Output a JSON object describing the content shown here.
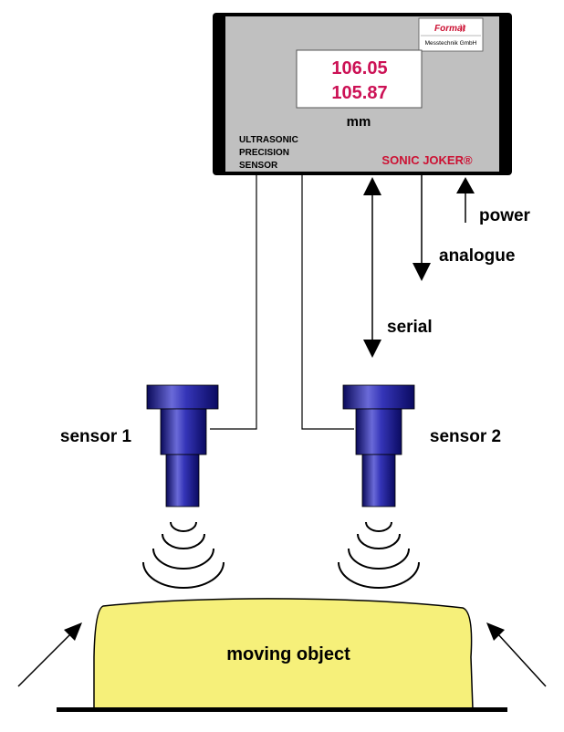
{
  "device": {
    "logo_brand": "Format",
    "logo_company": "Messtechnik GmbH",
    "display": {
      "reading_1": "106.05",
      "reading_2": "105.87"
    },
    "unit": "mm",
    "type_label_line1": "ULTRASONIC",
    "type_label_line2": "PRECISION",
    "type_label_line3": "SENSOR",
    "product_name": "SONIC JOKER®"
  },
  "signals": {
    "power": "power",
    "analogue": "analogue",
    "serial": "serial"
  },
  "sensors": [
    {
      "label": "sensor 1"
    },
    {
      "label": "sensor 2"
    }
  ],
  "object": {
    "label": "moving object"
  },
  "colors": {
    "housing": "#c0c0c0",
    "housing_edge": "#000000",
    "display_text": "#cc1155",
    "product_name": "#cc1133",
    "sensor_body": "#2a2aa0",
    "object_fill": "#f6f07a"
  }
}
